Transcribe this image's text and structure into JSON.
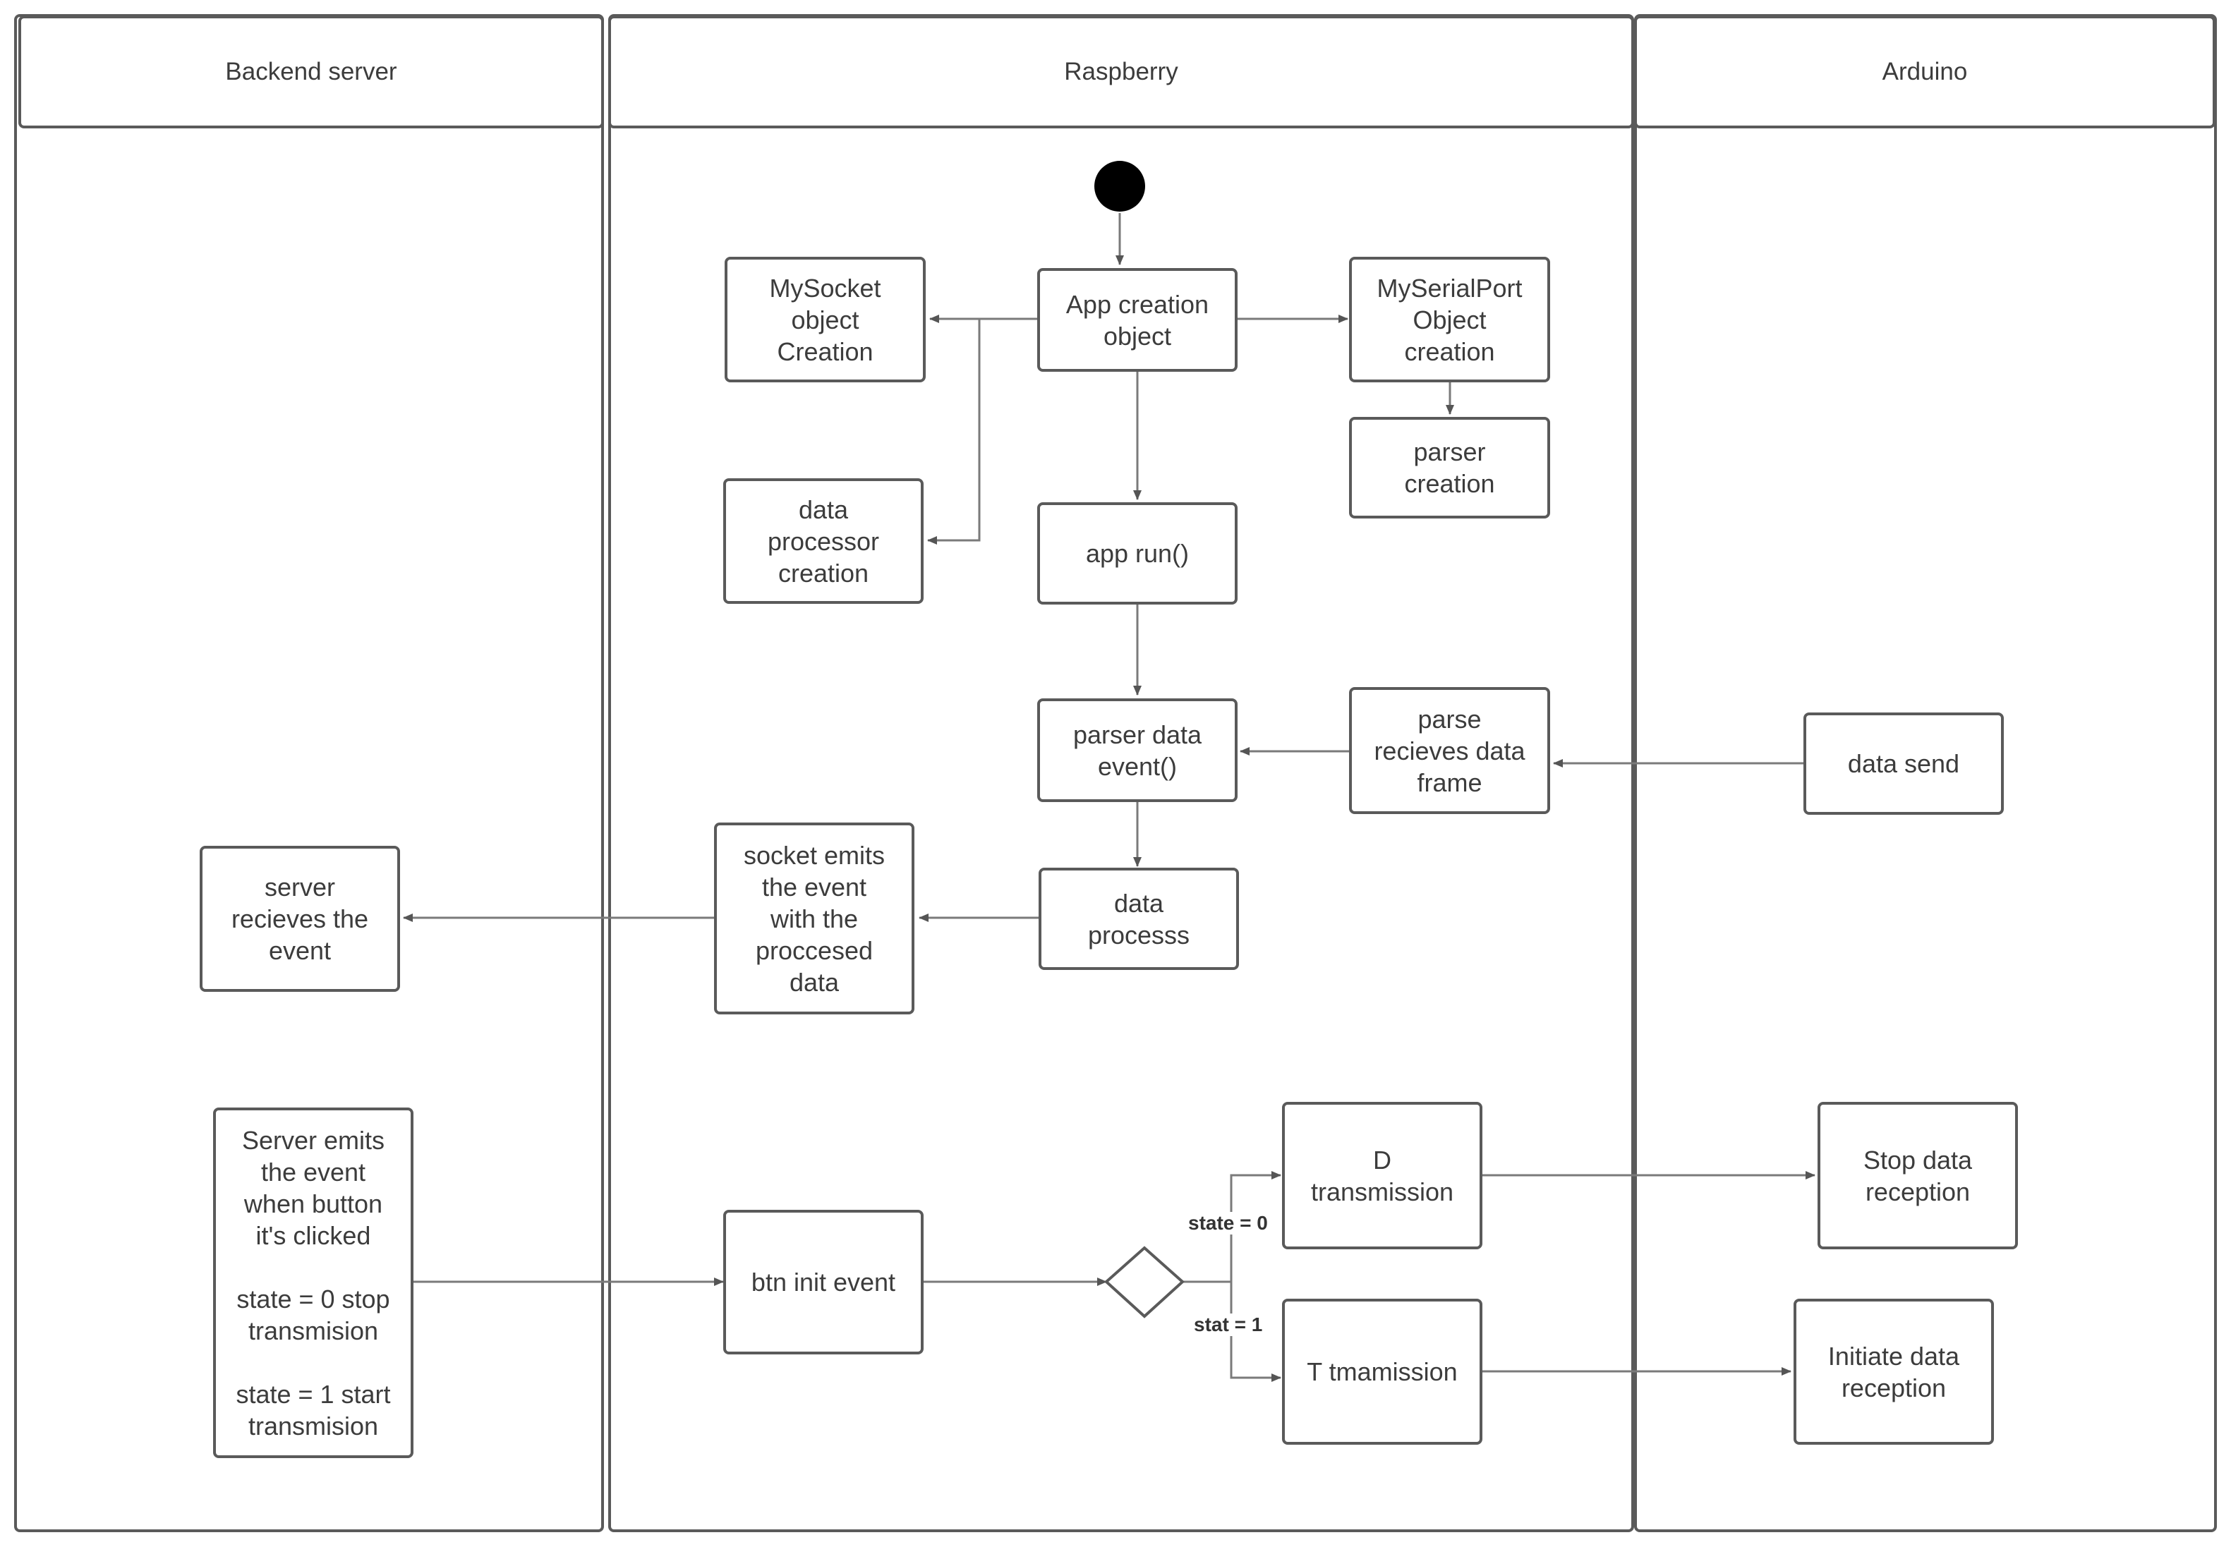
{
  "lanes": {
    "backend": "Backend server",
    "raspberry": "Raspberry",
    "arduino": "Arduino"
  },
  "nodes": {
    "mysocket": "MySocket\nobject\nCreation",
    "app_creation": "App creation\nobject",
    "myserialport": "MySerialPort\nObject\ncreation",
    "parser_creation": "parser\ncreation",
    "data_processor": "data\nprocessor\ncreation",
    "app_run": "app run()",
    "parser_event": "parser data\nevent()",
    "parse_receives": "parse\nrecieves data\nframe",
    "data_send": "data send",
    "server_receives": "server\nrecieves the\nevent",
    "socket_emits": "socket emits\nthe event\nwith the\nproccesed\ndata",
    "data_process": "data\nprocesss",
    "server_emits": "Server emits\nthe event\nwhen button\nit's clicked\n\nstate = 0 stop\ntransmision\n\nstate = 1 start\ntransmision",
    "btn_init": "btn init event",
    "d_transmission": "D\ntransmission",
    "t_transmission": "T tmamission",
    "stop_reception": "Stop data\nreception",
    "initiate_reception": "Initiate data\nreception"
  },
  "guards": {
    "state0": "state = 0",
    "state1": "stat = 1"
  },
  "colors": {
    "border": "#5a5a5a",
    "arrow": "#7a7a7a",
    "start_node": "#000000"
  }
}
